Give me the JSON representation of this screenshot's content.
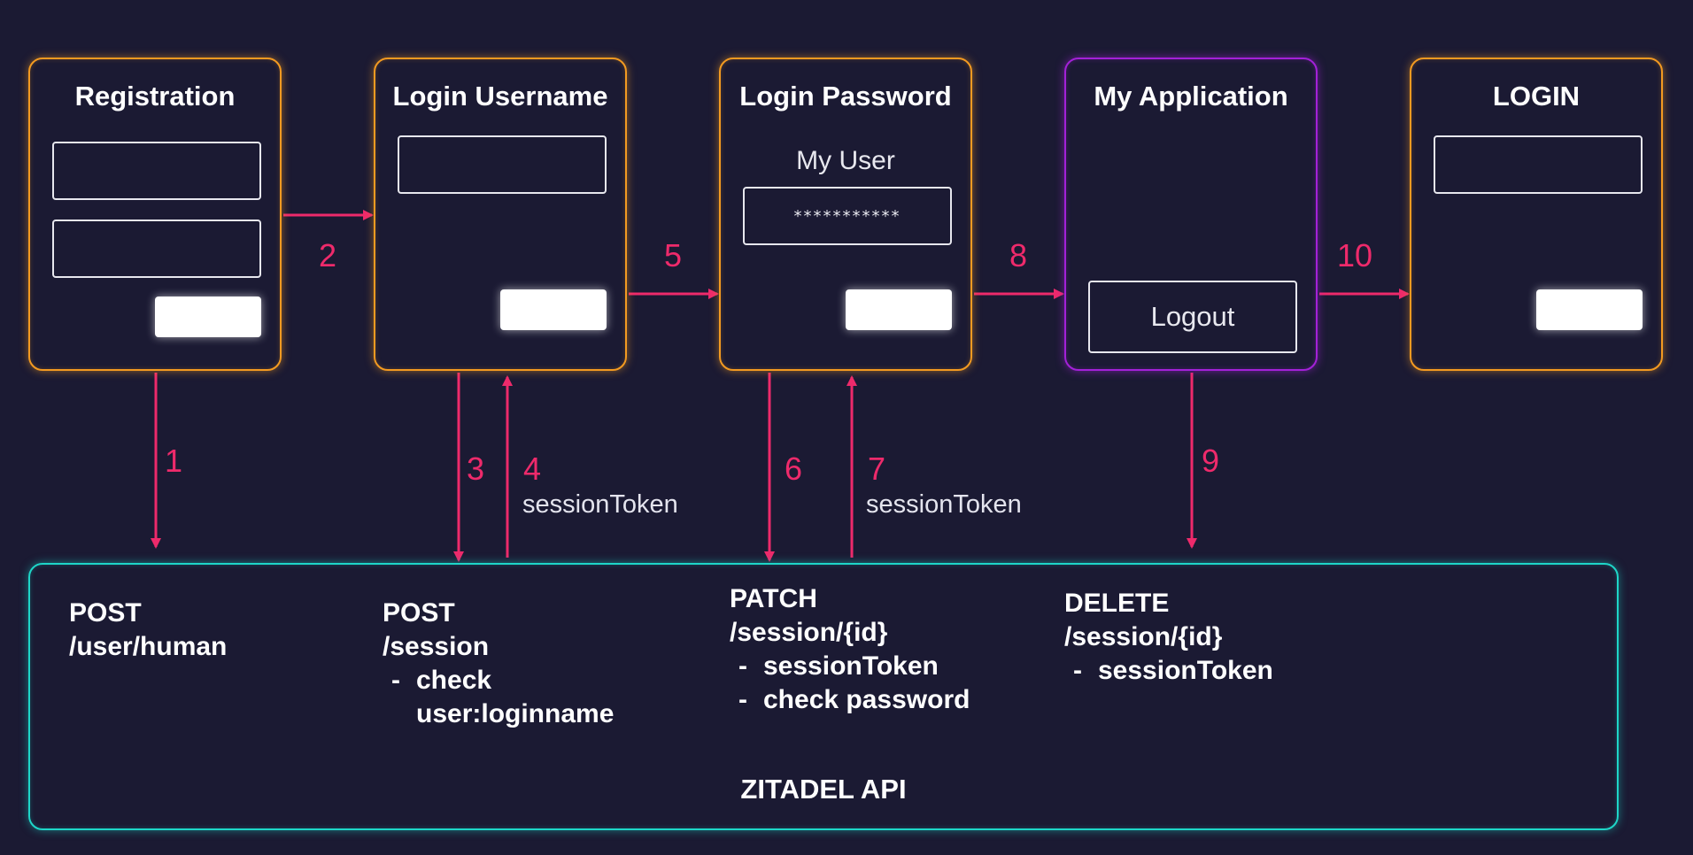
{
  "screens": {
    "registration": {
      "title": "Registration"
    },
    "login_username": {
      "title": "Login Username"
    },
    "login_password": {
      "title": "Login Password",
      "user_label": "My User",
      "password_mask": "***********"
    },
    "my_application": {
      "title": "My Application",
      "logout_label": "Logout"
    },
    "login": {
      "title": "LOGIN"
    }
  },
  "steps": {
    "s1": "1",
    "s2": "2",
    "s3": "3",
    "s4": "4",
    "s5": "5",
    "s6": "6",
    "s7": "7",
    "s8": "8",
    "s9": "9",
    "s10": "10",
    "s4_label": "sessionToken",
    "s7_label": "sessionToken"
  },
  "api": {
    "title": "ZITADEL API",
    "create_user": {
      "method": "POST",
      "path": "/user/human"
    },
    "create_session": {
      "method": "POST",
      "path": "/session",
      "items": [
        "check user:loginname"
      ]
    },
    "update_session": {
      "method": "PATCH",
      "path": "/session/{id}",
      "items": [
        "sessionToken",
        "check password"
      ]
    },
    "delete_session": {
      "method": "DELETE",
      "path": "/session/{id}",
      "items": [
        "sessionToken"
      ]
    }
  },
  "colors": {
    "background": "#1b1a33",
    "screen_border": "#f39a21",
    "app_border": "#a321d8",
    "api_border": "#1ed6c8",
    "arrow": "#ee2a6b"
  },
  "icons": {
    "arrowhead": "arrowhead-icon"
  }
}
